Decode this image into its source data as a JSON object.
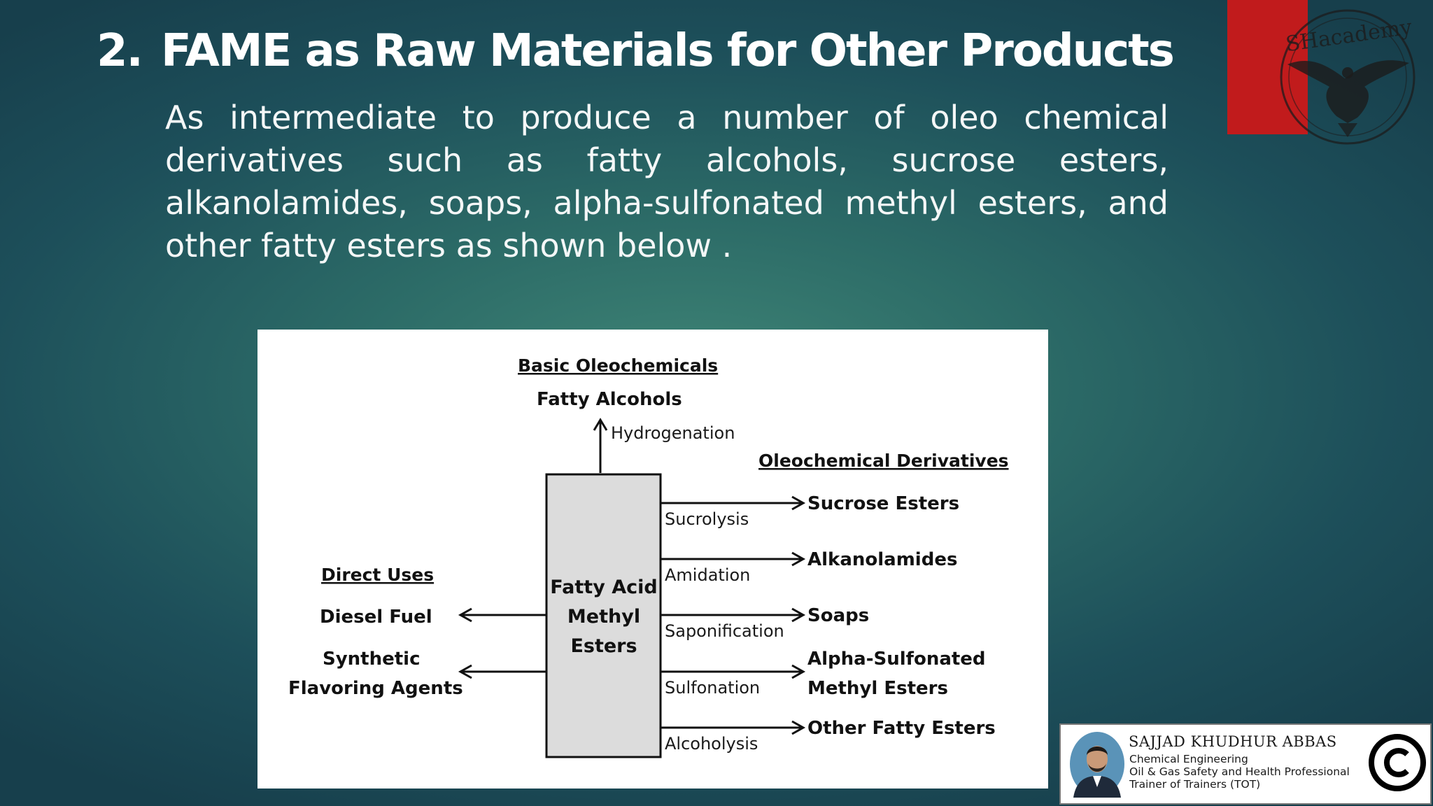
{
  "slide": {
    "number": "2.",
    "title": "FAME as Raw Materials for Other Products",
    "body": "As intermediate to produce a number of oleo chemical derivatives such as fatty alcohols, sucrose esters, alkanolamides, soaps, alpha-sulfonated methyl esters, and other fatty esters as shown below ."
  },
  "logo": {
    "text": "SHacademy",
    "icon": "eagle-seal-icon",
    "accent_color": "#c11b1c"
  },
  "diagram": {
    "center": {
      "line1": "Fatty Acid",
      "line2": "Methyl",
      "line3": "Esters"
    },
    "basic": {
      "heading": "Basic Oleochemicals",
      "product": "Fatty Alcohols",
      "process": "Hydrogenation"
    },
    "direct": {
      "heading": "Direct Uses",
      "items": [
        {
          "line1": "Diesel Fuel"
        },
        {
          "line1": "Synthetic",
          "line2": "Flavoring Agents"
        }
      ]
    },
    "derivatives": {
      "heading": "Oleochemical Derivatives",
      "items": [
        {
          "process": "Sucrolysis",
          "product": "Sucrose Esters"
        },
        {
          "process": "Amidation",
          "product": "Alkanolamides"
        },
        {
          "process": "Saponification",
          "product": "Soaps"
        },
        {
          "process": "Sulfonation",
          "product": "Alpha-Sulfonated",
          "product2": "Methyl Esters"
        },
        {
          "process": "Alcoholysis",
          "product": "Other Fatty Esters"
        }
      ]
    }
  },
  "author_card": {
    "name": "SAJJAD KHUDHUR ABBAS",
    "lines": [
      "Chemical Engineering",
      "Oil & Gas Safety and Health Professional",
      "Trainer of Trainers (TOT)"
    ],
    "copyright_symbol": "©"
  }
}
